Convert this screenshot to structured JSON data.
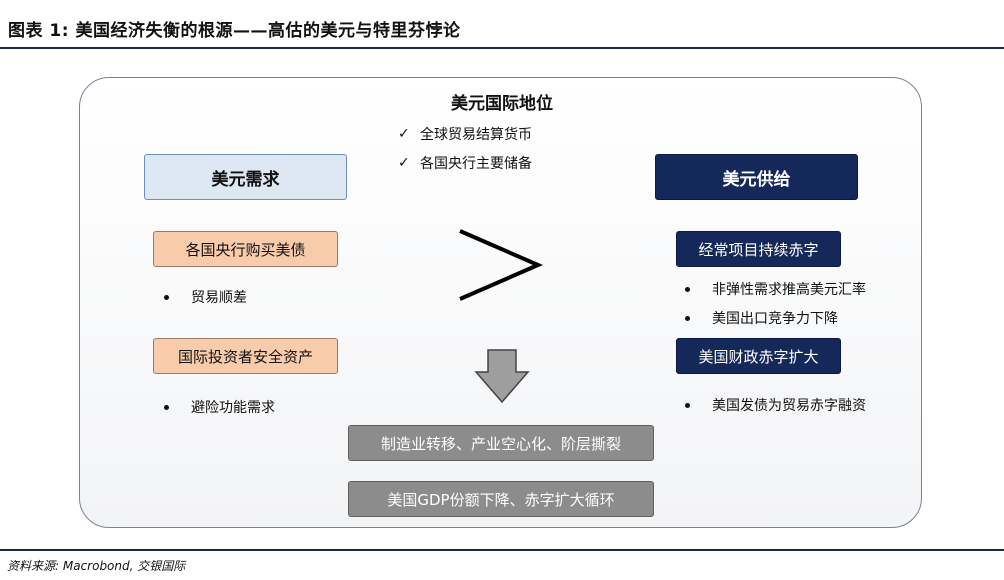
{
  "figure_title": "图表 1: 美国经济失衡的根源——高估的美元与特里芬悖论",
  "center": {
    "title": "美元国际地位",
    "checks": [
      "全球贸易结算货币",
      "各国央行主要储备"
    ]
  },
  "demand": {
    "header": "美元需求",
    "items": [
      {
        "label": "各国央行购买美债",
        "bullets": [
          "贸易顺差"
        ]
      },
      {
        "label": "国际投资者安全资产",
        "bullets": [
          "避险功能需求"
        ]
      }
    ]
  },
  "supply": {
    "header": "美元供给",
    "items": [
      {
        "label": "经常项目持续赤字",
        "bullets": [
          "非弹性需求推高美元汇率",
          "美国出口竞争力下降"
        ]
      },
      {
        "label": "美国财政赤字扩大",
        "bullets": [
          "美国发债为贸易赤字融资"
        ]
      }
    ]
  },
  "outcomes": [
    "制造业转移、产业空心化、阶层撕裂",
    "美国GDP份额下降、赤字扩大循环"
  ],
  "source": "资料来源: Macrobond, 交银国际",
  "colors": {
    "navy": "#14285a",
    "orange": "#f8cbab",
    "light_blue": "#dde8f4",
    "grey": "#8c8c8c"
  },
  "icons": {
    "check": "check-icon",
    "greater_than": "greater-than-icon",
    "down_arrow": "down-arrow-icon",
    "bullet": "bullet-icon"
  }
}
